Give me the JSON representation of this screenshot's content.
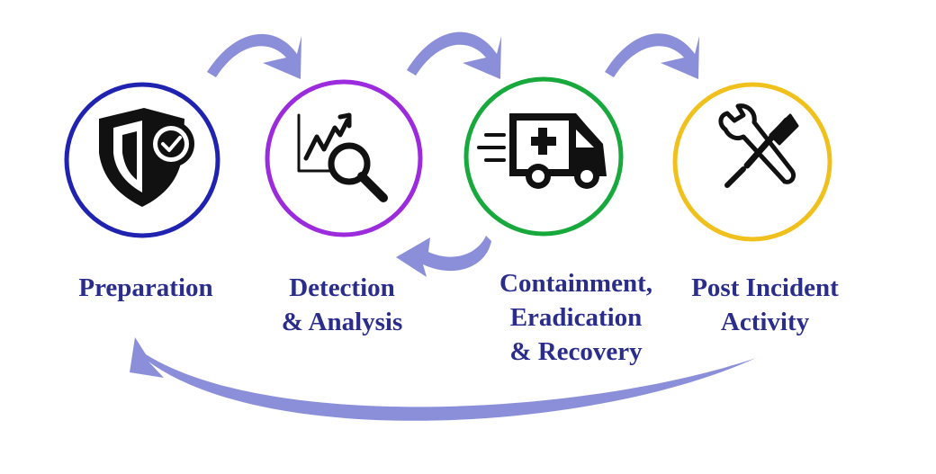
{
  "phases": [
    {
      "id": "preparation",
      "lines": [
        "Preparation"
      ],
      "color": "#1f23b0",
      "icon": "shield-check-icon"
    },
    {
      "id": "detection",
      "lines": [
        "Detection",
        "& Analysis"
      ],
      "color": "#9b2bdc",
      "icon": "chart-magnifier-icon"
    },
    {
      "id": "containment",
      "lines": [
        "Containment,",
        "Eradication",
        "& Recovery"
      ],
      "color": "#18a93c",
      "icon": "ambulance-icon"
    },
    {
      "id": "post",
      "lines": [
        "Post Incident",
        "Activity"
      ],
      "color": "#f0c11c",
      "icon": "wrench-screwdriver-icon"
    }
  ],
  "arrow_color": "#8b8fd9"
}
